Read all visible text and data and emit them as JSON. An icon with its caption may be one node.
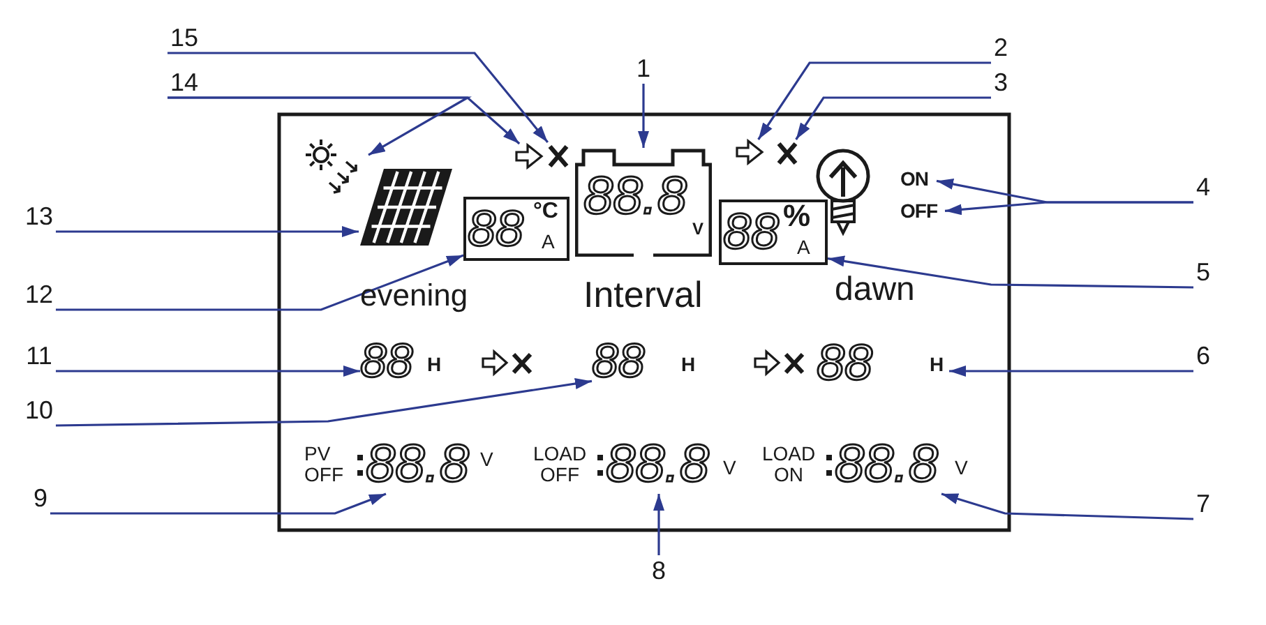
{
  "diagram": {
    "nodes": [
      {
        "text": [
          "15"
        ]
      },
      {
        "text": [
          "2"
        ]
      },
      {
        "text": [
          "14"
        ]
      },
      {
        "text": [
          "1"
        ]
      },
      {
        "text": [
          "3"
        ]
      },
      {
        "text": [
          "4"
        ]
      },
      {
        "text": [
          "13"
        ]
      },
      {
        "text": [
          "5"
        ]
      },
      {
        "text": [
          "12"
        ]
      },
      {
        "text": [
          "11"
        ]
      },
      {
        "text": [
          "6"
        ]
      },
      {
        "text": [
          "10"
        ]
      },
      {
        "text": [
          "9"
        ]
      },
      {
        "text": [
          "7"
        ]
      },
      {
        "text": [
          "8"
        ]
      },
      {
        "text": [],
        "shape": "sun"
      },
      {
        "text": [],
        "shape": "arrow"
      },
      {
        "text": [],
        "shape": "cross"
      },
      {
        "text": [
          "88.8",
          "V"
        ]
      },
      {
        "text": [],
        "shape": "arrow"
      },
      {
        "text": [],
        "shape": "cross"
      },
      {
        "text": [
          "ON"
        ]
      },
      {
        "text": [
          "OFF"
        ]
      },
      {
        "text": [],
        "shape": "panel"
      },
      {
        "text": [
          "88",
          "°C",
          "A"
        ]
      },
      {
        "text": [
          "88",
          "%",
          "A"
        ]
      },
      {
        "text": [
          "88",
          "H"
        ]
      },
      {
        "text": [
          "88",
          "H"
        ]
      },
      {
        "text": [
          "88",
          "H"
        ]
      },
      {
        "text": [
          "PV OFF",
          "88.8",
          "V"
        ]
      },
      {
        "text": [
          "LOAD ON",
          "88.8",
          "V"
        ]
      },
      {
        "text": [
          "LOAD OFF",
          "88.8",
          "V"
        ]
      }
    ],
    "edges": [
      {
        "from": 0,
        "to": 17,
        "arrow": "to"
      },
      {
        "from": 2,
        "to": 15,
        "arrow": "to"
      },
      {
        "from": 2,
        "to": 16,
        "arrow": "to"
      },
      {
        "from": 3,
        "to": 18,
        "arrow": "to"
      },
      {
        "from": 1,
        "to": 19,
        "arrow": "to"
      },
      {
        "from": 4,
        "to": 20,
        "arrow": "to"
      },
      {
        "from": 5,
        "to": 21,
        "arrow": "to"
      },
      {
        "from": 5,
        "to": 22,
        "arrow": "to"
      },
      {
        "from": 6,
        "to": 23,
        "arrow": "to"
      },
      {
        "from": 7,
        "to": 25,
        "arrow": "to"
      },
      {
        "from": 8,
        "to": 24,
        "arrow": "to"
      },
      {
        "from": 9,
        "to": 26,
        "arrow": "to"
      },
      {
        "from": 10,
        "to": 27,
        "arrow": "to"
      },
      {
        "from": 11,
        "to": 28,
        "arrow": "to"
      },
      {
        "from": 12,
        "to": 29,
        "arrow": "to"
      },
      {
        "from": 13,
        "to": 30,
        "arrow": "to"
      },
      {
        "from": 14,
        "to": 31,
        "arrow": "to"
      }
    ],
    "labels": [
      "evening",
      "Interval",
      "dawn"
    ]
  }
}
